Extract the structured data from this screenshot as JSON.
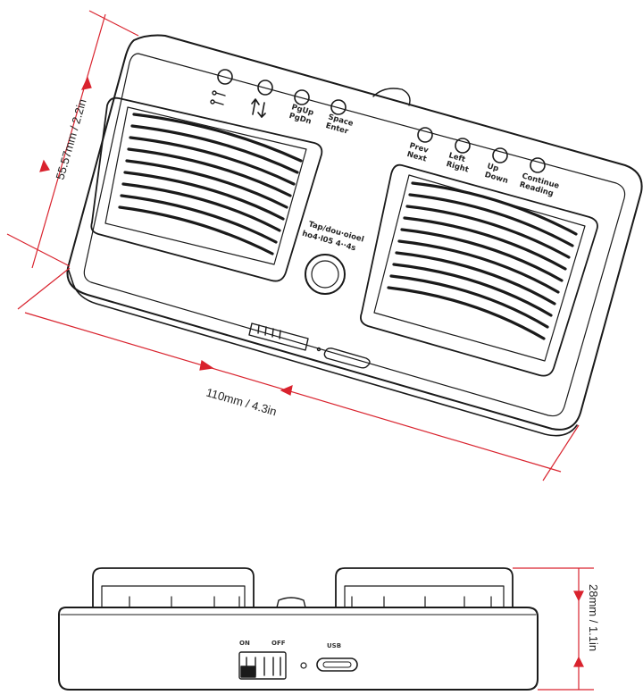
{
  "dimensions": {
    "width": "110mm / 4.3in",
    "depth": "55.57mm / 2.2in",
    "height": "28mm / 1.1in"
  },
  "line_color": "#d9232e",
  "top_view": {
    "small_buttons": [
      {
        "label": "",
        "icon": "key-icon"
      },
      {
        "label": "",
        "icon": "up-down-arrows-icon"
      },
      {
        "label": "PgUp PgDn"
      },
      {
        "label": "Space Enter"
      },
      {
        "label": "Prev Next"
      },
      {
        "label": "Left Right"
      },
      {
        "label": "Up Down"
      },
      {
        "label": "Continue Reading"
      }
    ],
    "center_text_line1": "Tap/dou·oioel",
    "center_text_line2": "ho4·l05 4··4s"
  },
  "side_view": {
    "on_label": "ON",
    "off_label": "OFF",
    "usb_label": "USB"
  }
}
